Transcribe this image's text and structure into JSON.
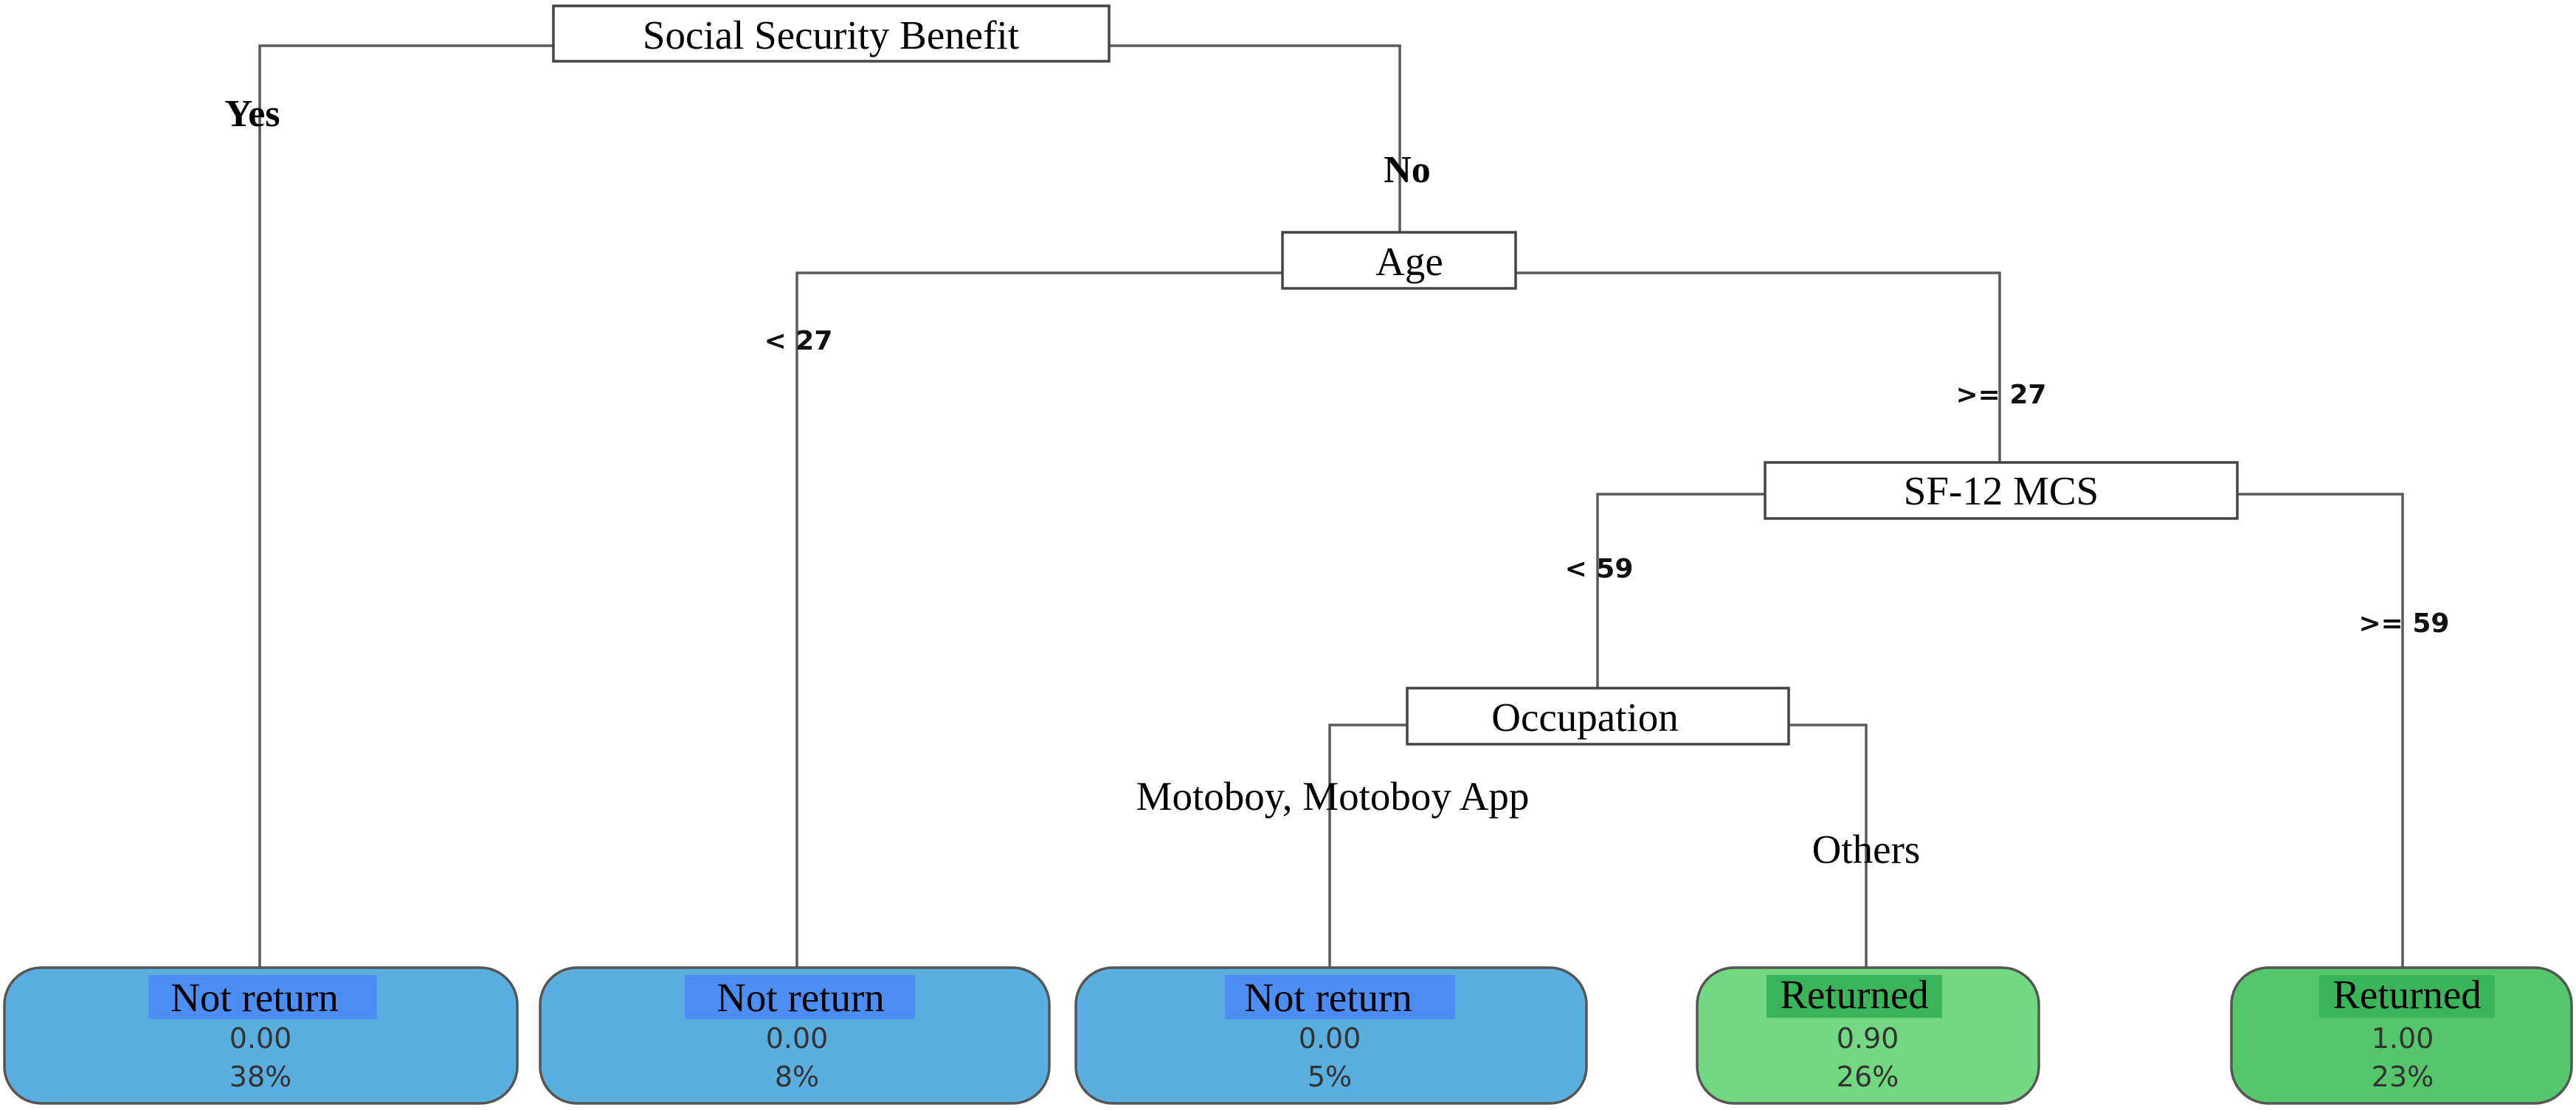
{
  "colors": {
    "not_return_fill": "#5aafe0",
    "not_return_highlight": "#4d8ef5",
    "returned_light_fill": "#72d882",
    "returned_dark_fill": "#55c76a",
    "returned_highlight": "#3bb55a",
    "edge": "#5a5a5a"
  },
  "nodes": {
    "root": {
      "label": "Social Security Benefit"
    },
    "age": {
      "label": "Age"
    },
    "mcs": {
      "label": "SF-12 MCS"
    },
    "occupation": {
      "label": "Occupation"
    }
  },
  "branches": {
    "yes": "Yes",
    "no": "No",
    "age_lt": "< 27",
    "age_ge": ">= 27",
    "mcs_lt": "< 59",
    "mcs_ge": ">= 59",
    "occ_moto": "Motoboy, Motoboy App",
    "occ_others": "Others"
  },
  "leaves": [
    {
      "label": "Not return",
      "value": "0.00",
      "percent": "38%",
      "class": "not_return"
    },
    {
      "label": "Not return",
      "value": "0.00",
      "percent": "8%",
      "class": "not_return"
    },
    {
      "label": "Not return",
      "value": "0.00",
      "percent": "5%",
      "class": "not_return"
    },
    {
      "label": "Returned",
      "value": "0.90",
      "percent": "26%",
      "class": "returned_light"
    },
    {
      "label": "Returned",
      "value": "1.00",
      "percent": "23%",
      "class": "returned_dark"
    }
  ]
}
